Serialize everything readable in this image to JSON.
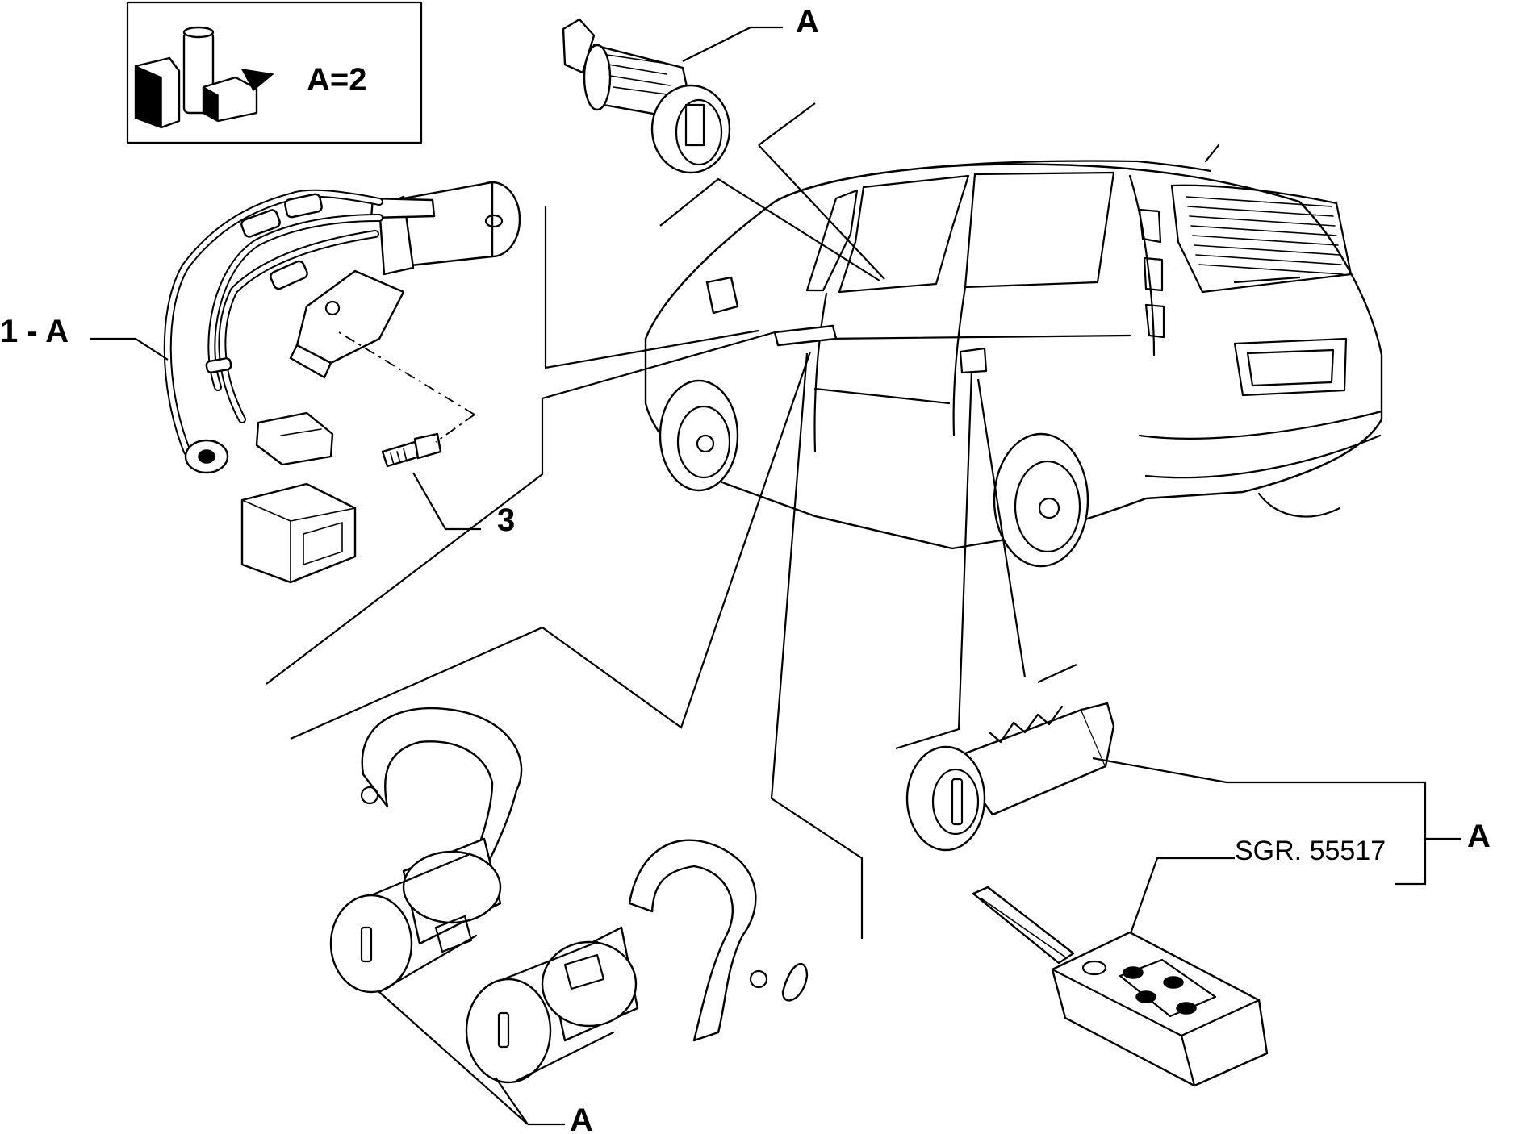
{
  "legend_box": {
    "kit_icon": "fiat-parts-kit-icon",
    "text": "A=2"
  },
  "labels": {
    "part_1": "1 - A",
    "part_3": "3",
    "top_lock": "A",
    "rear_lock": "A",
    "door_locks": "A",
    "key_group_ref": "SGR. 55517"
  }
}
